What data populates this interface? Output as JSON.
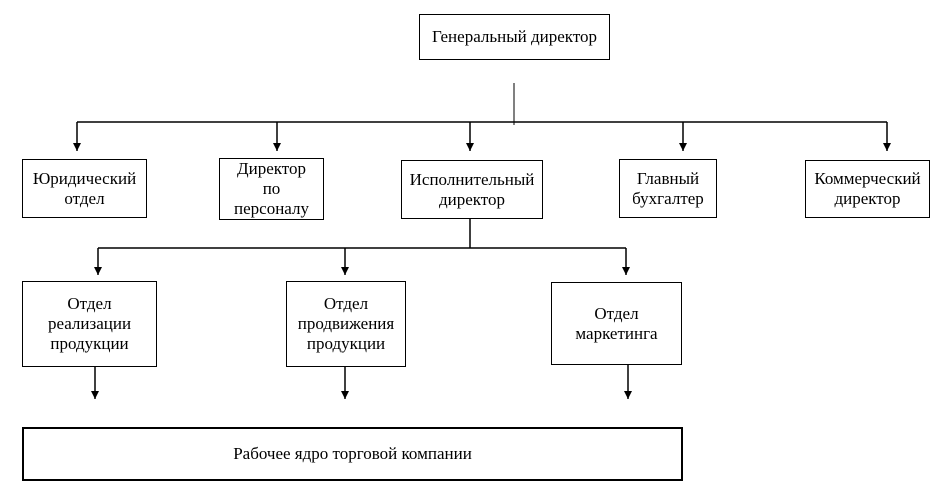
{
  "diagram": {
    "type": "org-chart",
    "language": "ru",
    "colors": {
      "line": "#000000",
      "stub": "#808080",
      "box_border": "#000000",
      "box_fill": "#ffffff",
      "text": "#000000",
      "background": "#ffffff"
    },
    "nodes": {
      "general_director": "Генеральный директор",
      "legal_department": "Юридический\nотдел",
      "hr_director": "Директор\nпо\nперсоналу",
      "executive_director": "Исполнительный\nдиректор",
      "chief_accountant": "Главный\nбухгалтер",
      "commercial_director": "Коммерческий\nдиректор",
      "sales_department": "Отдел\nреализации\nпродукции",
      "promotion_department": "Отдел\nпродвижения\nпродукции",
      "marketing_department": "Отдел\nмаркетинга",
      "working_core": "Рабочее ядро торговой компании"
    },
    "edges": [
      {
        "from": "general_director",
        "to": "legal_department"
      },
      {
        "from": "general_director",
        "to": "hr_director"
      },
      {
        "from": "general_director",
        "to": "executive_director"
      },
      {
        "from": "general_director",
        "to": "chief_accountant"
      },
      {
        "from": "general_director",
        "to": "commercial_director"
      },
      {
        "from": "executive_director",
        "to": "sales_department"
      },
      {
        "from": "executive_director",
        "to": "promotion_department"
      },
      {
        "from": "executive_director",
        "to": "marketing_department"
      },
      {
        "from": "sales_department",
        "to": "working_core"
      },
      {
        "from": "promotion_department",
        "to": "working_core"
      },
      {
        "from": "marketing_department",
        "to": "working_core"
      }
    ]
  }
}
